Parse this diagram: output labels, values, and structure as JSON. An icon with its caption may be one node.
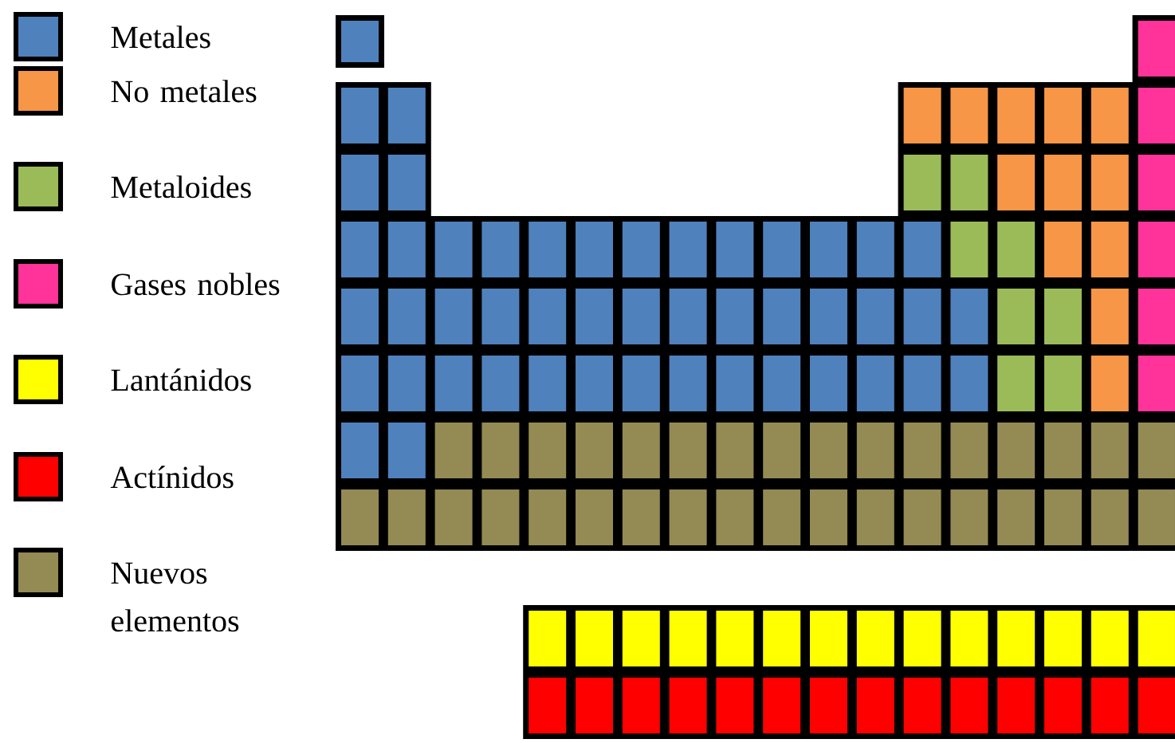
{
  "diagram": {
    "legend": [
      {
        "text": "Metales",
        "color": "#4f81bd"
      },
      {
        "text": "No metales",
        "color": "#f79646"
      },
      {
        "text": "Metaloides",
        "color": "#9bbb59"
      },
      {
        "text": "Gases nobles",
        "color": "#ff3399"
      },
      {
        "text": "Lantánidos",
        "color": "#ffff00"
      },
      {
        "text": "Actínidos",
        "color": "#ff0000"
      },
      {
        "text": "Nuevos elementos",
        "color": "#948a54"
      }
    ]
  }
}
